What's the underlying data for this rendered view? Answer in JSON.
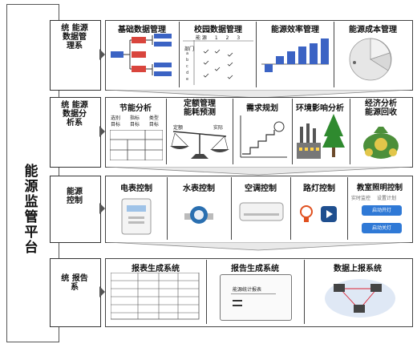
{
  "main": {
    "title_chars": [
      "能",
      "源",
      "监",
      "管",
      "平",
      "台"
    ]
  },
  "systems": [
    {
      "label": "统 能源数据管理系",
      "cells": [
        {
          "title": "基础数据管理"
        },
        {
          "title": "校园数据管理",
          "head": [
            "能  源",
            "1",
            "2",
            "3"
          ],
          "rowhead": "部门"
        },
        {
          "title": "能源效率管理"
        },
        {
          "title": "能源成本管理"
        }
      ]
    },
    {
      "label": "统 能源数据分析系",
      "cells": [
        {
          "title": "节能分析",
          "tags": [
            "选别",
            "指标",
            "类型",
            "目标",
            "目标",
            "目标"
          ]
        },
        {
          "title": "定额管理",
          "title2": "能耗预测",
          "left": "定额",
          "right": "实际"
        },
        {
          "title": "需求规划"
        },
        {
          "title": "环境影响分析"
        },
        {
          "title": "经济分析",
          "title2": "能源回收"
        }
      ]
    },
    {
      "label": "能源控制",
      "cells": [
        {
          "title": "电表控制"
        },
        {
          "title": "水表控制"
        },
        {
          "title": "空调控制"
        },
        {
          "title": "路灯控制"
        },
        {
          "title": "教室照明控制",
          "tabs": [
            "实时监控",
            "设置计划"
          ],
          "buttons": [
            "启动开灯",
            "启动关灯"
          ]
        }
      ]
    },
    {
      "label": "统 报告系",
      "cells": [
        {
          "title": "报表生成系统"
        },
        {
          "title": "报告生成系统",
          "doc_title": "能源统计报表"
        },
        {
          "title": "数据上报系统"
        }
      ]
    }
  ]
}
